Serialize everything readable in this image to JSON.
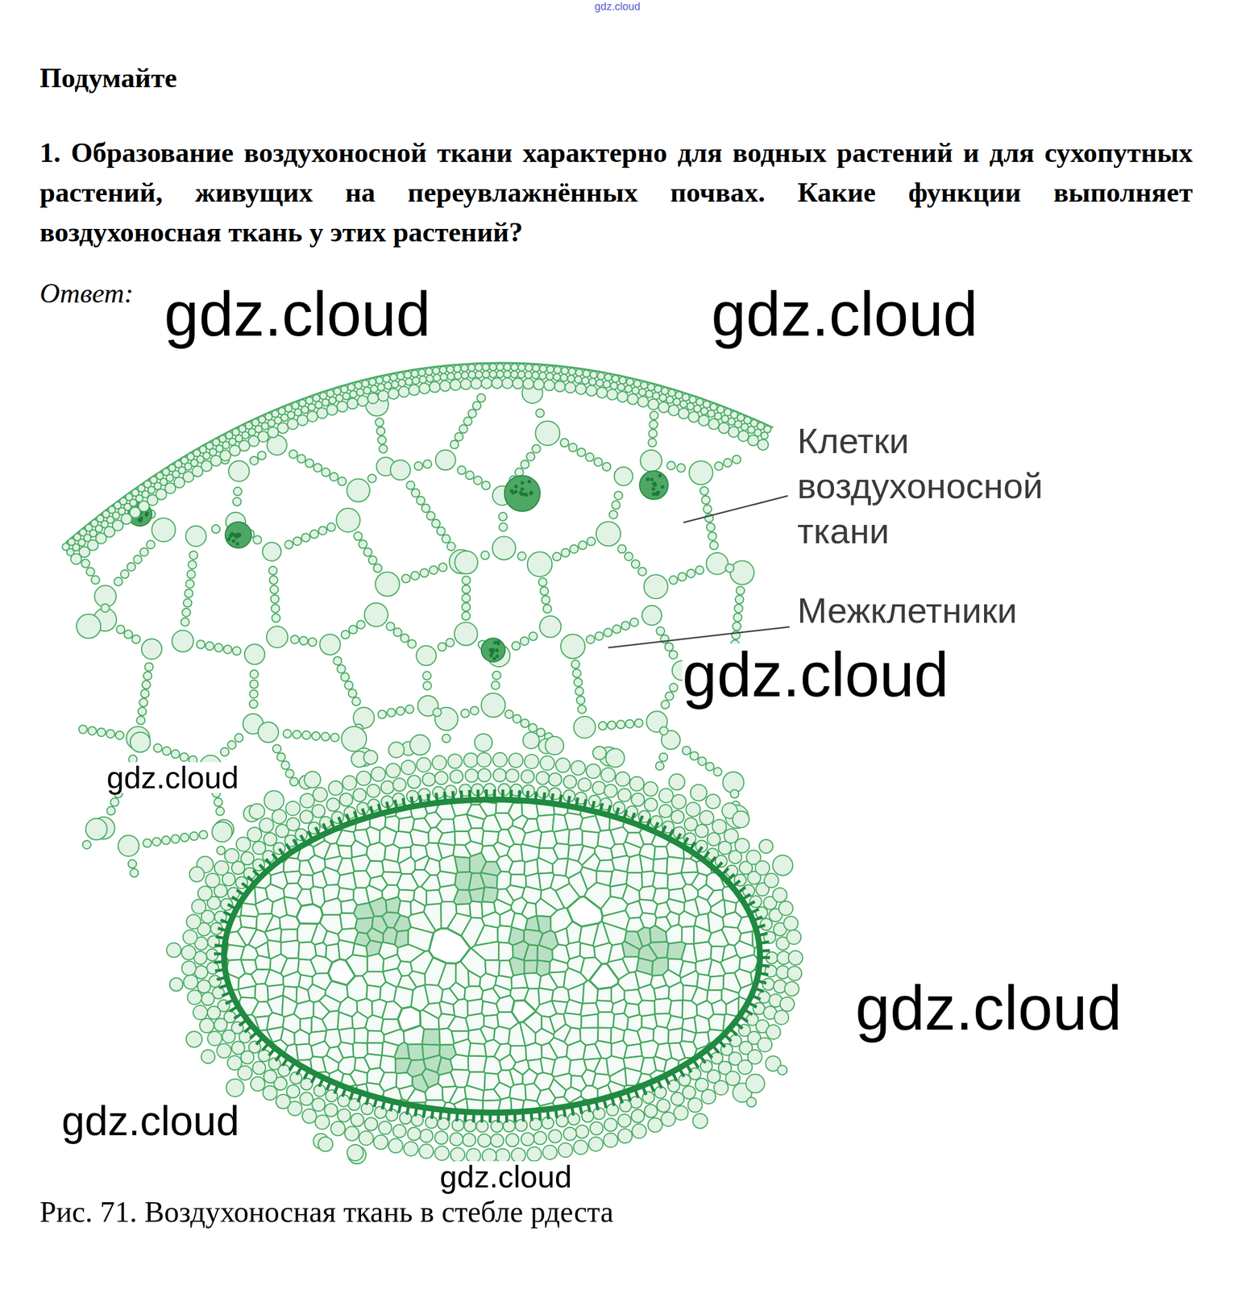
{
  "diagram": {
    "title": "Подумайте",
    "caption": "Рис. 71. Воздухоносная ткань в стебле рдеста",
    "labels": [
      "gdz.cloud",
      "1. Образование воздухоносной ткани характерно для водных растений и для сухопутных растений, живущих на переувлажнённых почвах. Какие функции выполняет воздухоносная ткань у этих растений?",
      "Ответ:",
      "gdz.cloud",
      "gdz.cloud",
      "Клетки воздухоносной ткани",
      "Межклетники",
      "gdz.cloud",
      "gdz.cloud",
      "gdz.cloud",
      "gdz.cloud",
      "gdz.cloud"
    ]
  }
}
